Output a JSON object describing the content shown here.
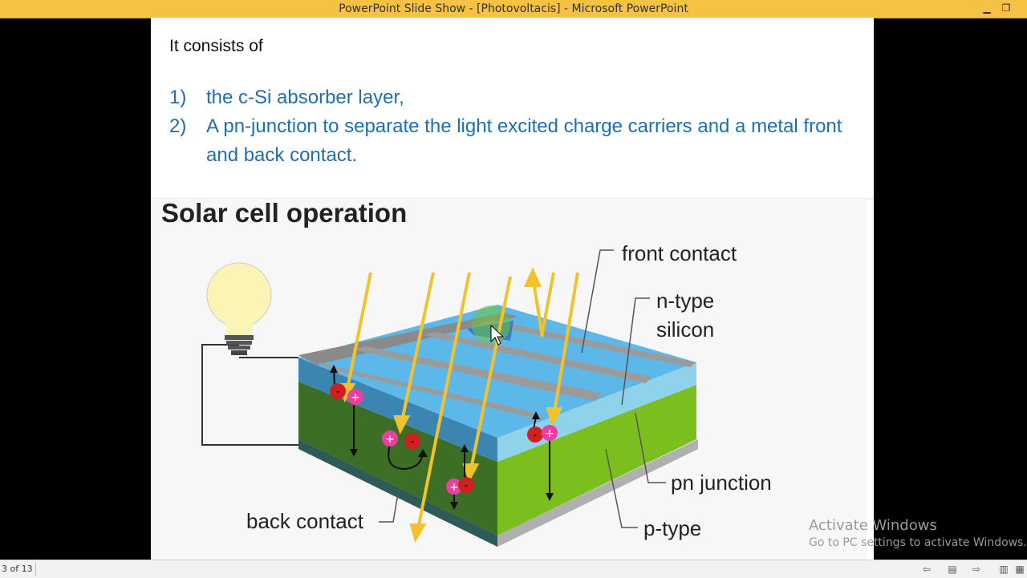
{
  "window": {
    "title": "PowerPoint Slide Show - [Photovoltacis] - Microsoft PowerPoint",
    "minimize_icon": "minimize-icon",
    "restore_icon": "restore-icon"
  },
  "slide": {
    "intro": "It consists of",
    "items": [
      {
        "num": "1)",
        "text": "the c-Si absorber layer,"
      },
      {
        "num": "2)",
        "text": "A pn-junction to separate the light excited charge carriers and a metal front and back contact."
      }
    ]
  },
  "diagram": {
    "heading": "Solar cell operation",
    "labels": {
      "front_contact": "front contact",
      "n_type_1": "n-type",
      "n_type_2": "silicon",
      "pn_junction": "pn junction",
      "p_type": "p-type",
      "back_contact": "back contact"
    },
    "colors": {
      "n_layer": "#5bb8e8",
      "p_layer": "#7bbf1e",
      "contact": "#9b9b9b",
      "light_ray": "#f2c12e",
      "electron": "#d11f1f",
      "hole": "#e83fa0"
    }
  },
  "watermark": {
    "line1": "Activate Windows",
    "line2": "Go to PC settings to activate Windows."
  },
  "status": {
    "slide_counter": "3 of 13",
    "prev_icon": "previous-arrow-icon",
    "menu_icon": "menu-icon",
    "next_icon": "next-arrow-icon",
    "normal_view_icon": "normal-view-icon",
    "reading_view_icon": "reading-view-icon"
  }
}
